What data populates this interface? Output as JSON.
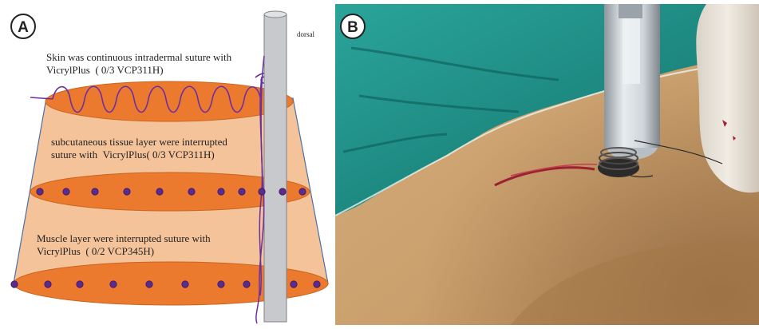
{
  "panel_a": {
    "badge": "A",
    "skin_label": {
      "line1": "Skin was continuous intradermal suture with",
      "line2": "VicrylPlus  ( 0/3 VCP311H)"
    },
    "subcutaneous_label": {
      "line1": "subcutaneous tissue layer were interrupted",
      "line2": "suture with  VicrylPlus( 0/3 VCP311H)"
    },
    "muscle_label": {
      "line1": "Muscle layer were interrupted suture with",
      "line2": "VicrylPlus  ( 0/2 VCP345H)"
    },
    "drain_label": "dorsal",
    "colors": {
      "cone_fill": "#f5c39a",
      "ellipse_fill": "#ec7a2e",
      "suture": "#6b2fa0",
      "knot_dot": "#5b2a8e",
      "drain_tube": "#c7c9cc",
      "outline": "#4a6fa5"
    }
  },
  "panel_b": {
    "badge": "B",
    "description_icon": "surgical-photo",
    "colors": {
      "drape": "#1e8f86",
      "skin": "#cfa573",
      "tube": "#c9d0d6",
      "glove": "#e9e3da"
    }
  }
}
